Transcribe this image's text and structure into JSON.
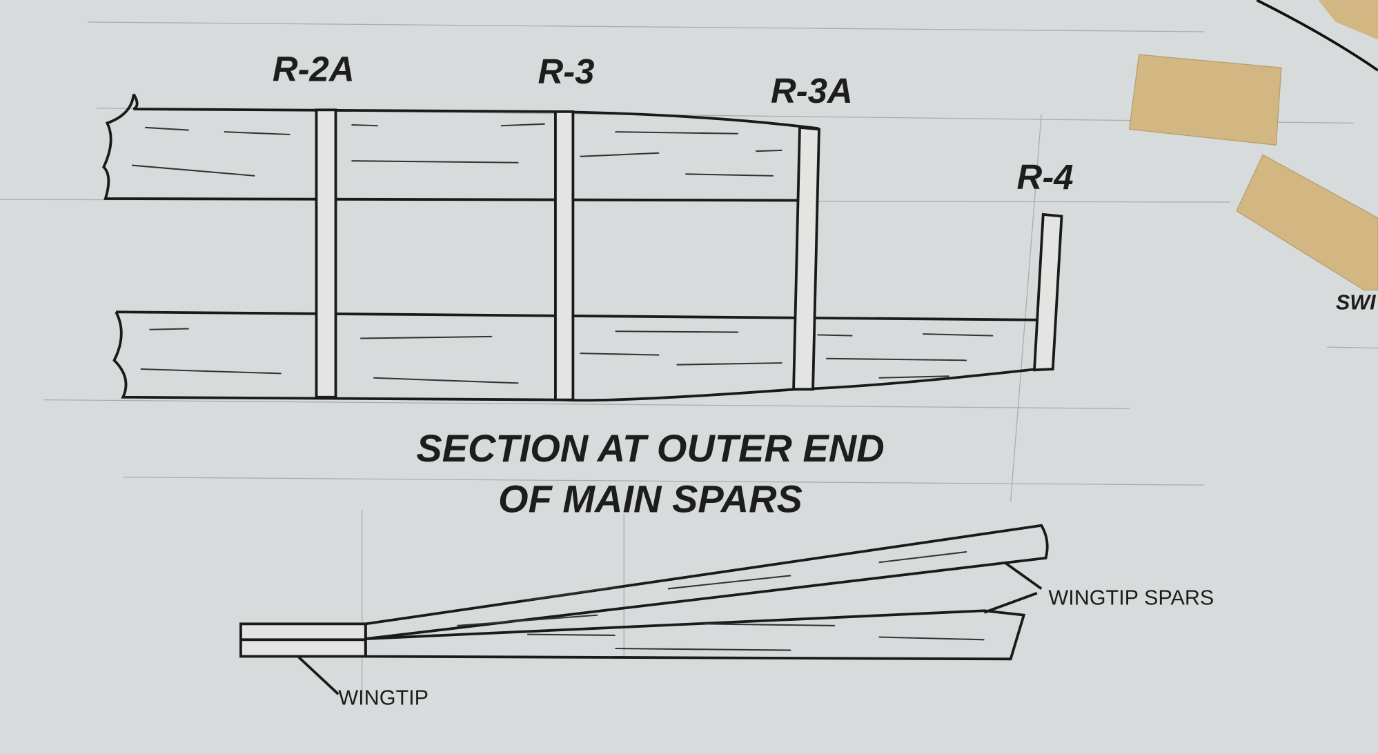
{
  "rib_labels": [
    "R-2A",
    "R-3",
    "R-3A",
    "R-4"
  ],
  "title": {
    "line1": "SECTION AT OUTER END",
    "line2": "OF MAIN SPARS"
  },
  "callouts": {
    "wingtip_spars": "WINGTIP SPARS",
    "wingtip": "WINGTIP"
  },
  "edge_text": "SWI",
  "colors": {
    "paper": "#d8dbdc",
    "ink": "#1a1a1a",
    "balsa": "#d2b782"
  }
}
